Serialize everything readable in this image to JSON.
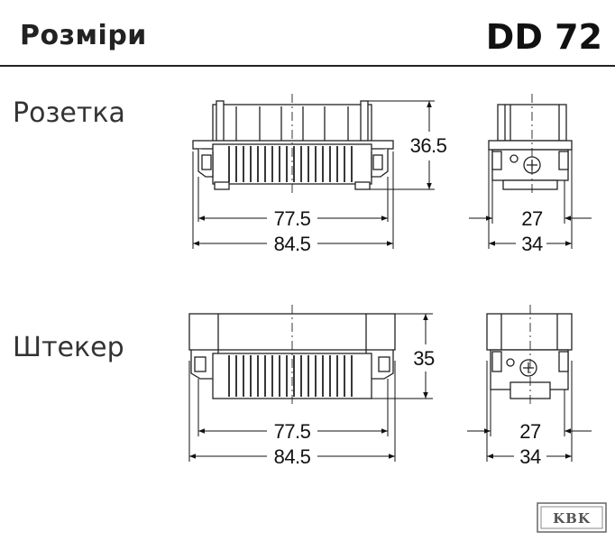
{
  "header": {
    "title": "Розміри",
    "model": "DD 72"
  },
  "sections": {
    "socket": {
      "label": "Розетка",
      "dims": {
        "width_inner": "77.5",
        "width_outer": "84.5",
        "height": "36.5",
        "side_inner": "27",
        "side_outer": "34"
      }
    },
    "plug": {
      "label": "Штекер",
      "dims": {
        "width_inner": "77.5",
        "width_outer": "84.5",
        "height": "35",
        "side_inner": "27",
        "side_outer": "34"
      }
    }
  },
  "logo": {
    "text": "KBK"
  },
  "colors": {
    "line": "#222222",
    "background": "#ffffff"
  }
}
